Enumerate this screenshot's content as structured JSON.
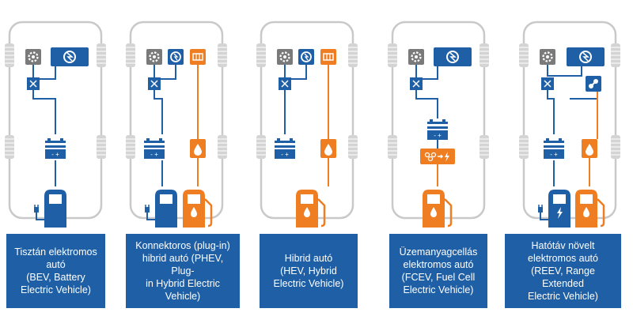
{
  "colors": {
    "blue": "#1f5fa5",
    "orange": "#ef7d22",
    "gray": "#7a7a7a",
    "car_outline": "#c9c9c9",
    "tire": "#d4d4d4"
  },
  "vehicles": [
    {
      "id": "bev",
      "label": "Tisztán elektromos autó (BEV, Battery Electric Vehicle)",
      "lines": [
        "Tisztán elektromos",
        "autó",
        "(BEV, Battery",
        "Electric Vehicle)"
      ]
    },
    {
      "id": "phev",
      "label": "Konnektoros (plug-in) hibrid autó (PHEV, Plug-in Hybrid Electric Vehicle)",
      "lines": [
        "Konnektoros (plug-in)",
        "hibrid autó (PHEV, Plug-",
        "in Hybrid Electric",
        "Vehicle)"
      ]
    },
    {
      "id": "hev",
      "label": "Hibrid autó (HEV, Hybrid Electric Vehicle)",
      "lines": [
        "Hibrid autó",
        "(HEV, Hybrid",
        "Electric Vehicle)"
      ]
    },
    {
      "id": "fcev",
      "label": "Üzemanyagcellás elektromos autó (FCEV, Fuel Cell Electric Vehicle)",
      "lines": [
        "Üzemanyagcellás",
        "elektromos autó",
        "(FCEV, Fuel Cell",
        "Electric Vehicle)"
      ]
    },
    {
      "id": "reev",
      "label": "Hatótáv növelt elektromos autó (REEV, Range Extended Electric Vehicle)",
      "lines": [
        "Hatótáv növelt",
        "elektromos autó",
        "(REEV, Range Extended",
        "Electric Vehicle)"
      ]
    }
  ]
}
